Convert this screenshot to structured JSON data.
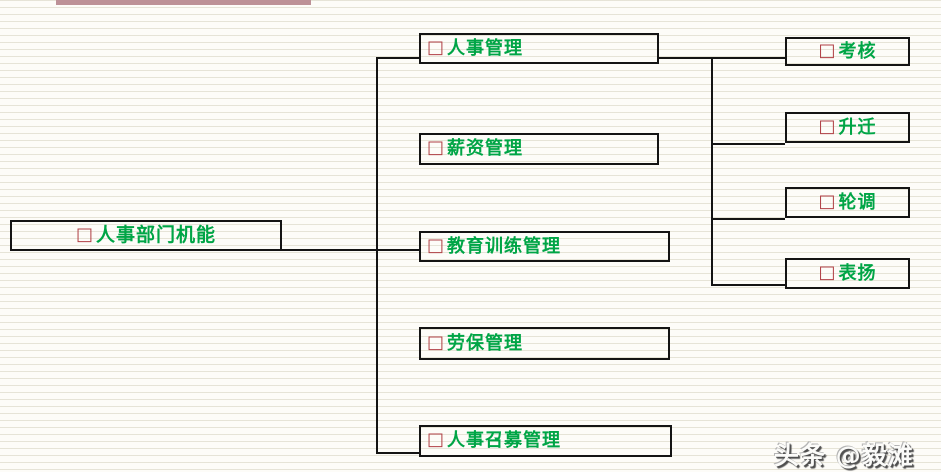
{
  "page": {
    "top_bar_color": "#bd9197",
    "background_stripe_color": "#d0cbb6",
    "connector_color": "#141414"
  },
  "diagram": {
    "bullet": "□",
    "bullet_color": "#b03e44",
    "text_color": "#00a546",
    "root": {
      "label": "人事部门机能"
    },
    "level2": [
      {
        "label": "人事管理"
      },
      {
        "label": "薪资管理"
      },
      {
        "label": "教育训练管理"
      },
      {
        "label": "劳保管理"
      },
      {
        "label": "人事召募管理"
      }
    ],
    "level3": [
      {
        "label": "考核"
      },
      {
        "label": "升迁"
      },
      {
        "label": "轮调"
      },
      {
        "label": "表扬"
      }
    ]
  },
  "watermark": {
    "text": "头条 @毅滩"
  }
}
